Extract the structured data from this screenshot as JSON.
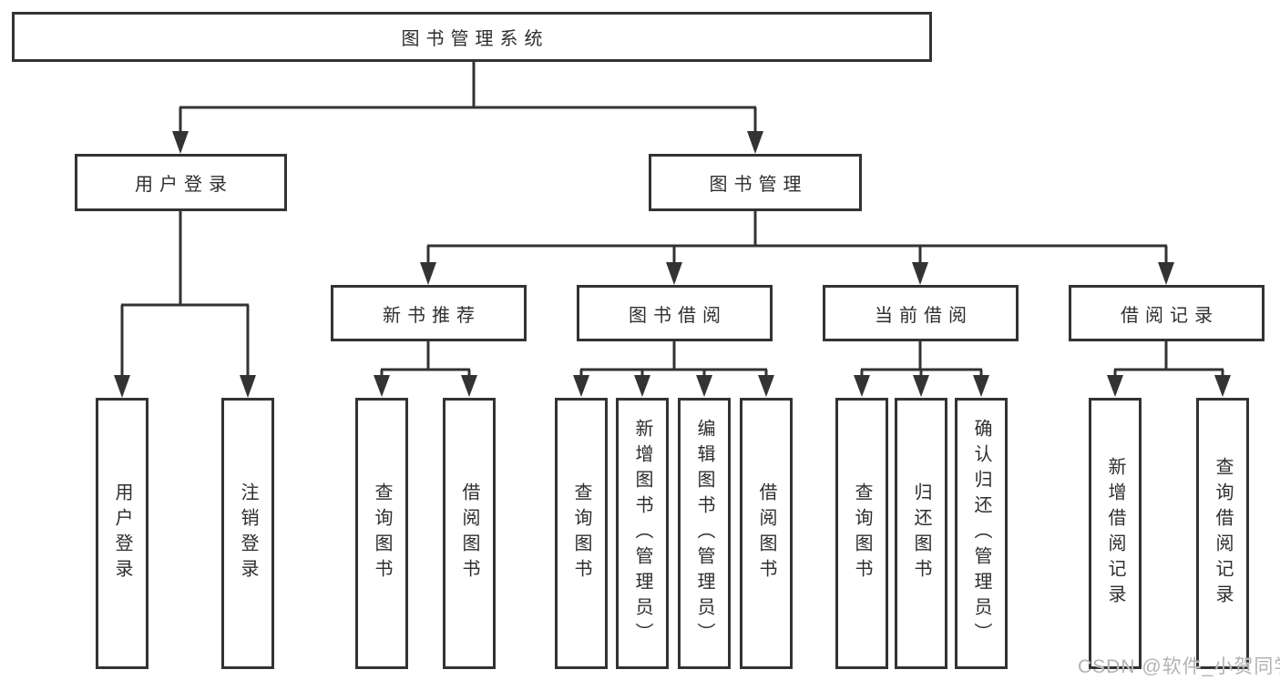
{
  "colors": {
    "line": "#333333",
    "text": "#2e2e2e",
    "background": "#ffffff",
    "watermark": "#b3b3b3"
  },
  "diagram": {
    "root": {
      "label": "图书管理系统"
    },
    "branches": [
      {
        "label": "用户登录",
        "children": [
          {
            "label": "用户登录"
          },
          {
            "label": "注销登录"
          }
        ]
      },
      {
        "label": "图书管理",
        "sections": [
          {
            "label": "新书推荐",
            "children": [
              {
                "label": "查询图书"
              },
              {
                "label": "借阅图书"
              }
            ]
          },
          {
            "label": "图书借阅",
            "children": [
              {
                "label": "查询图书"
              },
              {
                "label": "新增图书（管理员）"
              },
              {
                "label": "编辑图书（管理员）"
              },
              {
                "label": "借阅图书"
              }
            ]
          },
          {
            "label": "当前借阅",
            "children": [
              {
                "label": "查询图书"
              },
              {
                "label": "归还图书"
              },
              {
                "label": "确认归还（管理员）"
              }
            ]
          },
          {
            "label": "借阅记录",
            "children": [
              {
                "label": "新增借阅记录"
              },
              {
                "label": "查询借阅记录"
              }
            ]
          }
        ]
      }
    ]
  },
  "watermark": {
    "text": "CSDN @软件_小贺同学"
  }
}
